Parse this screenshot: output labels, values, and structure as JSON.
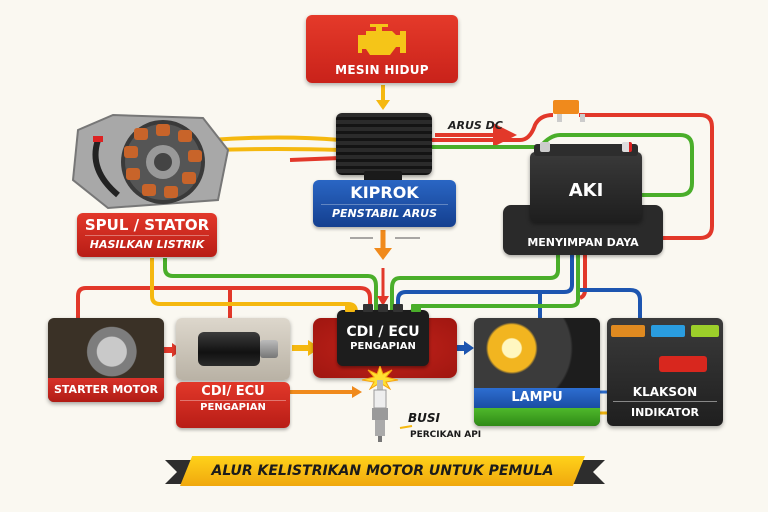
{
  "title": "ALUR KELISTRIKAN MOTOR UNTUK PEMULA",
  "nodes": {
    "engine": {
      "label": "MESIN HIDUP",
      "icon": "engine-check-icon"
    },
    "stator": {
      "title": "SPUL / STATOR",
      "subtitle": "HASILKAN LISTRIK"
    },
    "kiprok": {
      "title": "KIPROK",
      "subtitle": "PENSTABIL ARUS",
      "output_label": "ARUS DC"
    },
    "aki": {
      "title": "AKI",
      "subtitle": "MENYIMPAN DAYA",
      "fuse_icon": "fuse-icon"
    },
    "starter": {
      "label": "STARTER MOTOR"
    },
    "cdi_secondary": {
      "title": "CDI/ ECU",
      "subtitle": "PENGAPIAN"
    },
    "cdi_main": {
      "title": "CDI / ECU",
      "subtitle": "PENGAPIAN"
    },
    "busi": {
      "title": "BUSI",
      "subtitle": "PERCIKAN API"
    },
    "lampu": {
      "label": "LAMPU"
    },
    "klakson": {
      "label": "KLAKSON"
    },
    "indikator": {
      "label": "INDIKATOR"
    }
  },
  "colors": {
    "red": "#e2382a",
    "blue": "#1d55b0",
    "green": "#4aae2a",
    "yellow": "#f5b80f",
    "orange": "#f08a1c",
    "dark": "#222222",
    "background": "#faf8f1"
  }
}
